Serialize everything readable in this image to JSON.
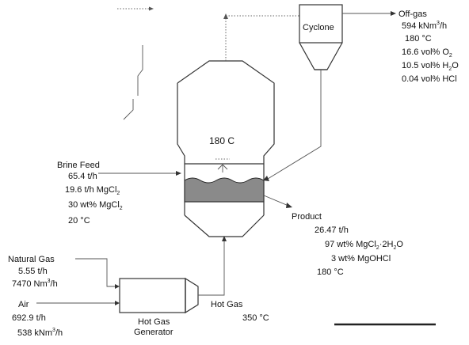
{
  "units": {
    "cyclone": "Cyclone",
    "hot_gas_generator": [
      "Hot Gas",
      "Generator"
    ],
    "reactor_temp": "180  C"
  },
  "offgas": {
    "title": "Off-gas",
    "flow_value": "594 kNm",
    "flow_sup": "3",
    "flow_unit": "/h",
    "temp": "180 °C",
    "o2_prefix": "16.6 vol% O",
    "o2_sub": "2",
    "h2o_prefix": "10.5 vol% H",
    "h2o_sub": "2",
    "h2o_suffix": "O",
    "hcl": "0.04 vol% HCl"
  },
  "brine_feed": {
    "title": "Brine Feed",
    "flow": "65.4 t/h",
    "mgcl2_flow_prefix": "19.6 t/h MgCl",
    "mgcl2_flow_sub": "2",
    "mgcl2_wt_prefix": "30 wt% MgCl",
    "mgcl2_wt_sub": "2",
    "temp": "20 °C"
  },
  "product": {
    "title": "Product",
    "flow": "26.47 t/h",
    "comp1_prefix": "97 wt% MgCl",
    "comp1_sub1": "2",
    "comp1_mid": "·2H",
    "comp1_sub2": "2",
    "comp1_suffix": "O",
    "comp2": "3 wt% MgOHCl",
    "temp": "180 °C"
  },
  "natural_gas": {
    "title": "Natural Gas",
    "flow": "5.55 t/h",
    "vol_value": "7470 Nm",
    "vol_sup": "3",
    "vol_unit": "/h"
  },
  "air": {
    "title": "Air",
    "flow": "692.9 t/h",
    "vol_value": "538 kNm",
    "vol_sup": "3",
    "vol_unit": "/h"
  },
  "hot_gas": {
    "title": "Hot Gas",
    "temp": "350 °C"
  },
  "colors": {
    "bed": "#8a8a8a",
    "line": "#333333"
  }
}
